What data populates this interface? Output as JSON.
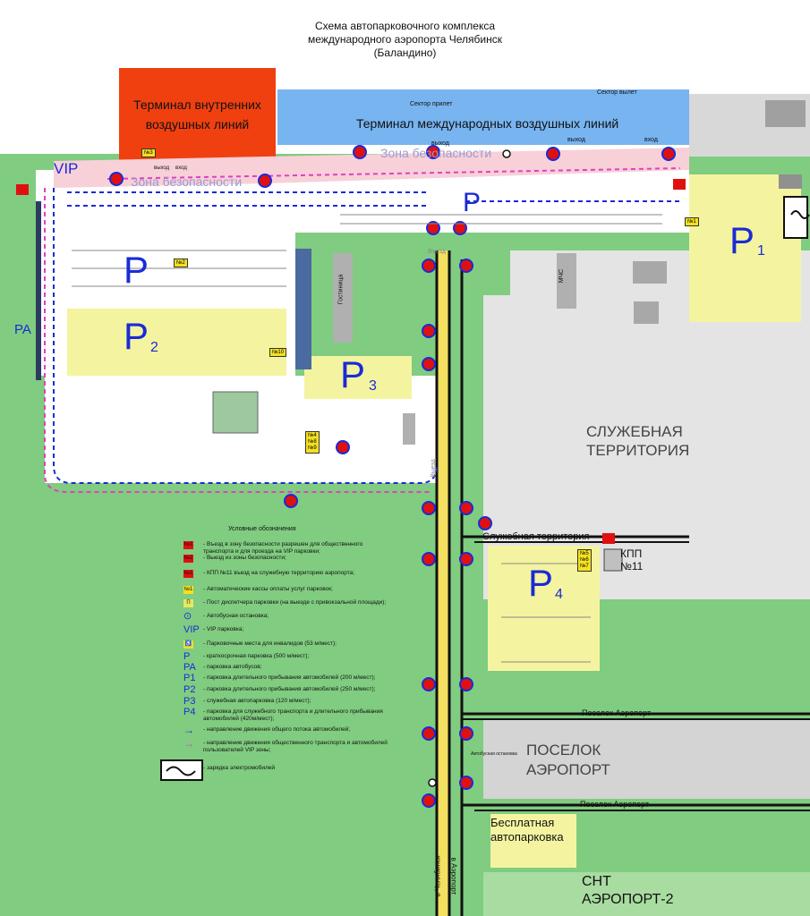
{
  "title": {
    "line1": "Схема автопарковочного комплекса",
    "line2": "международного аэропорта Челябинск",
    "line3": "(Баландино)"
  },
  "buildings": {
    "domestic_terminal": "Терминал внутренних\nвоздушных линий",
    "international_terminal": "Терминал международных воздушных линий",
    "sector_arrival": "Сектор прилет",
    "sector_departure": "Сектор вылет",
    "hotel": "Гостиница",
    "mchs": "МЧС",
    "service_area": "СЛУЖЕБНАЯ\nТЕРРИТОРИЯ",
    "village": "ПОСЕЛОК\nАЭРОПОРТ",
    "free_parking": "Бесплатная\nавтопарковка",
    "snt": "СНТ\nАЭРОПОРТ-2",
    "kpp": "КПП\n№11"
  },
  "labels": {
    "exit_1": "выход",
    "exit_2": "выход",
    "entrance_1": "вход",
    "exit_3": "выход",
    "entrance_2": "вход",
    "security_zone_1": "Зона безопасности",
    "security_zone_2": "Зона безопасности",
    "vip": "VIP",
    "pa": "PA",
    "entry": "Въезд",
    "exit_road": "Выезд",
    "service_road": "Служебная территория",
    "village_road_1": "Поселок Аэропорт",
    "village_road_2": "Поселок Аэропорт",
    "to_chelyabinsk": "в Челябинск",
    "to_airport": "в Аэропорт",
    "bus_stop_note": "Автобусная остановка"
  },
  "parking": {
    "p": "P",
    "p1": "P",
    "p1_sub": "1",
    "p2": "P",
    "p2_sub": "2",
    "p3": "P",
    "p3_sub": "3",
    "p4": "P",
    "p4_sub": "4"
  },
  "kiosks": {
    "n1": "№1",
    "n1b": "№1",
    "n2": "№2",
    "n3": "№3",
    "n10": "№10",
    "n4_8_9": "№4\n№8\n№9",
    "n5_6_7": "№5\n№6\n№7"
  },
  "legend": {
    "heading": "Условные обозначения",
    "items": [
      {
        "sym": "№1",
        "text": "- Въезд в зону безопасности разрешен для общественного транспорта и для проезда на VIP парковки;",
        "color": "#e01010"
      },
      {
        "sym": "№2",
        "text": "- Выезд из зоны безопасности;",
        "color": "#e01010"
      },
      {
        "sym": "№1",
        "text": "- КПП №11 въезд на служебную территорию аэропорта;",
        "color": "#e01010"
      },
      {
        "sym": "№1",
        "text": "- Автоматические кассы оплаты услуг парковок;",
        "color": "#f4e020"
      },
      {
        "sym": "П",
        "text": "- Пост диспетчера парковки (на выезде с привокзальной площади);",
        "color": "#e8e860"
      },
      {
        "sym": "⊙",
        "text": "- Автобусная остановка;",
        "color": ""
      },
      {
        "sym": "VIP",
        "text": "- VIP парковка;",
        "color": ""
      },
      {
        "sym": "♿",
        "text": "- Парковочные места для инвалидов (53 м/мест);",
        "color": "#f4e020"
      },
      {
        "sym": "P",
        "text": "- краткосрочная парковка (500 м/мест);",
        "color": ""
      },
      {
        "sym": "PA",
        "text": "- парковка автобусов;",
        "color": ""
      },
      {
        "sym": "P1",
        "text": "- парковка длительного прибывания автомобилей (200 м/мест);",
        "color": ""
      },
      {
        "sym": "P2",
        "text": "- парковка длительного прибывания автомобилей (250 м/мест);",
        "color": ""
      },
      {
        "sym": "P3",
        "text": "- служебная автопарковка (120 м/мест);",
        "color": ""
      },
      {
        "sym": "P4",
        "text": "- парковка для служебного транспорта и длительного прибывания автомобилей (420м/мест);",
        "color": ""
      },
      {
        "sym": "→",
        "text": "- направление движения общего потока автомобилей;",
        "color": "#1a2bd6"
      },
      {
        "sym": "→",
        "text": "- направление движения общественного транспорта и автомобилей пользователей VIP зоны;",
        "color": "#e040c0"
      },
      {
        "sym": "⚡",
        "text": "- зарядка электромобилей",
        "color": ""
      }
    ]
  },
  "colors": {
    "grass": "#80cc80",
    "domestic_terminal": "#f04010",
    "international_terminal": "#78b4f0",
    "security_zone": "#f8d0d8",
    "parking_yellow": "#f4f4a0",
    "service_gray": "#e4e4e4",
    "road": "#111111",
    "arrow_blue": "#1a2bd6",
    "arrow_pink": "#e040c0"
  }
}
